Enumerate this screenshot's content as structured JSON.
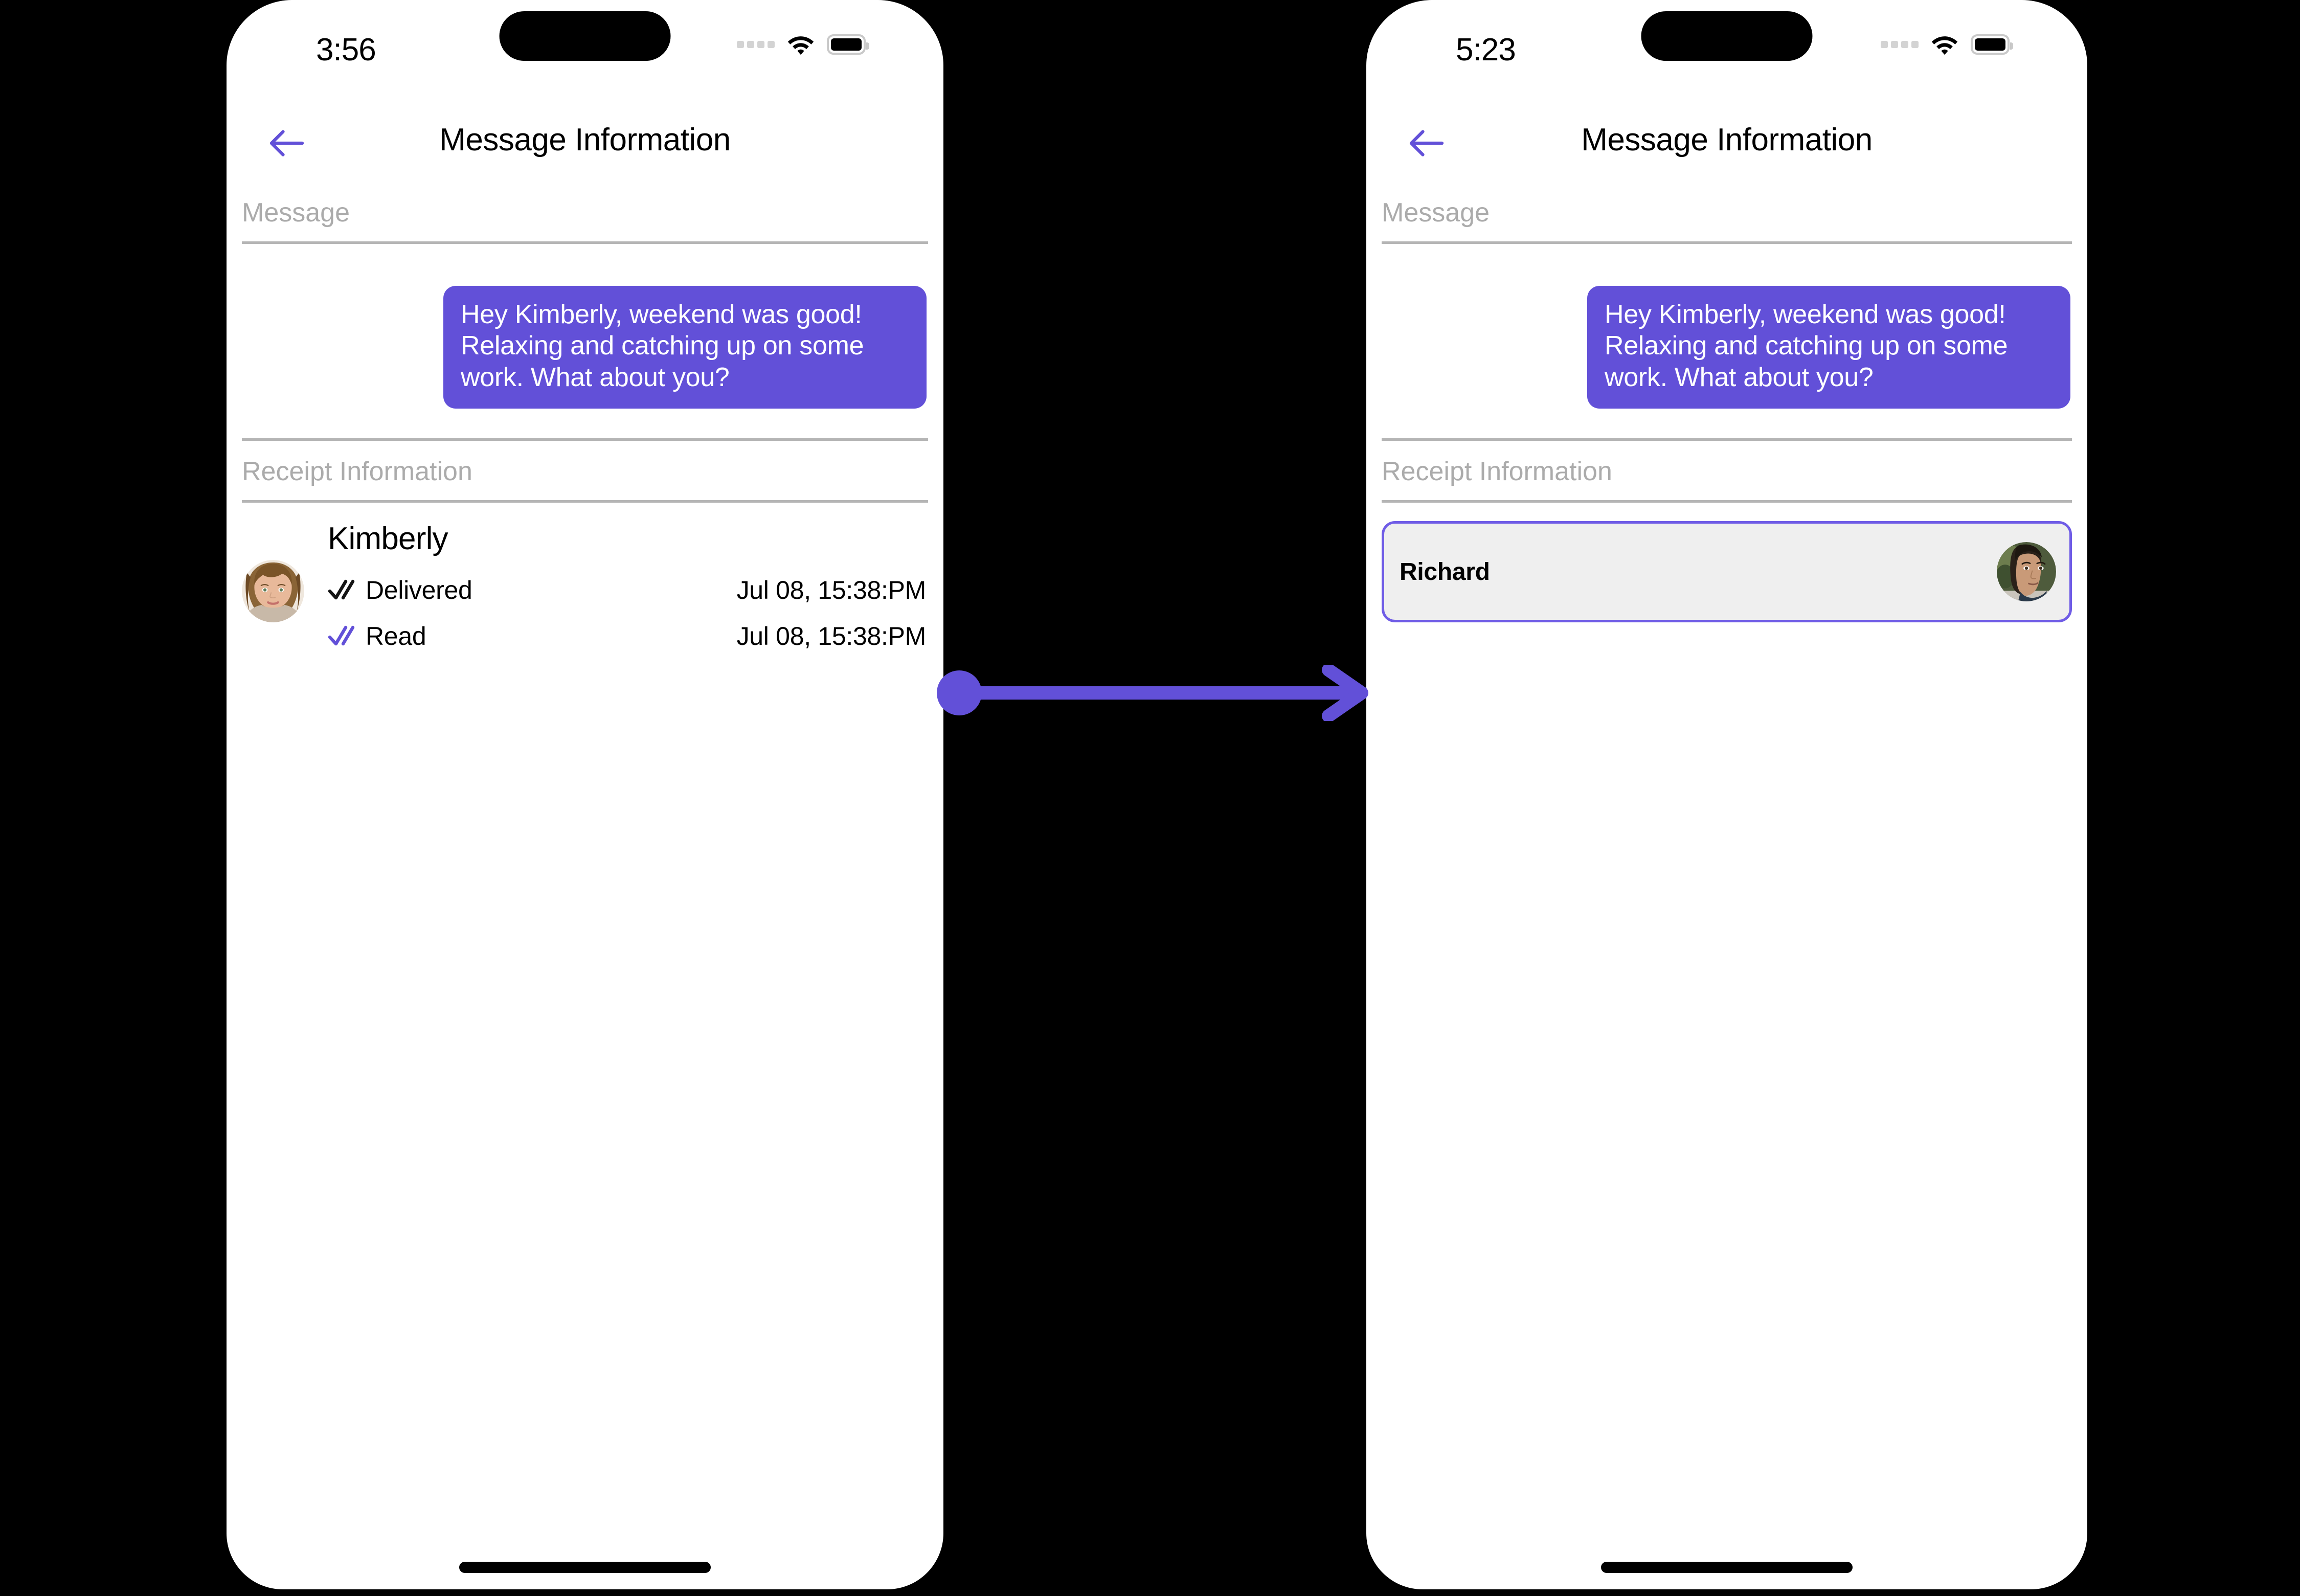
{
  "canvas": {
    "background": "#000000",
    "accent": "#6250d8",
    "accent_border": "#6f5ce6"
  },
  "screens": [
    {
      "id": "before",
      "status_bar": {
        "time": "3:56",
        "cellular_icon": "cellular-dots-icon",
        "wifi_icon": "wifi-icon",
        "battery_icon": "battery-icon"
      },
      "nav": {
        "back_icon": "back-arrow-icon",
        "title": "Message Information"
      },
      "sections": {
        "message_label": "Message",
        "receipt_label": "Receipt Information"
      },
      "message": {
        "text": "Hey Kimberly, weekend was good!  Relaxing and catching up on some work. What about you?",
        "bubble_color": "#6250d8",
        "align": "right"
      },
      "receipt": {
        "name": "Kimberly",
        "avatar": "kimberly-avatar",
        "rows": [
          {
            "icon": "double-check-delivered-icon",
            "icon_color": "#141414",
            "status": "Delivered",
            "time": "Jul 08, 15:38:PM"
          },
          {
            "icon": "double-check-read-icon",
            "icon_color": "#6250d8",
            "status": "Read",
            "time": "Jul 08, 15:38:PM"
          }
        ]
      },
      "home_indicator": "home-indicator"
    },
    {
      "id": "after",
      "status_bar": {
        "time": "5:23",
        "cellular_icon": "cellular-dots-icon",
        "wifi_icon": "wifi-icon",
        "battery_icon": "battery-icon"
      },
      "nav": {
        "back_icon": "back-arrow-icon",
        "title": "Message Information"
      },
      "sections": {
        "message_label": "Message",
        "receipt_label": "Receipt Information"
      },
      "message": {
        "text": "Hey Kimberly, weekend was good!  Relaxing and catching up on some work. What about you?",
        "bubble_color": "#6250d8",
        "align": "right"
      },
      "person_card": {
        "name": "Richard",
        "avatar": "richard-avatar",
        "background": "#efefef",
        "border_color": "#6f5ce6",
        "selected": true
      },
      "home_indicator": "home-indicator"
    }
  ],
  "connector": {
    "type": "arrow",
    "color": "#6250d8",
    "from": "before-screen",
    "to": "after-screen"
  }
}
